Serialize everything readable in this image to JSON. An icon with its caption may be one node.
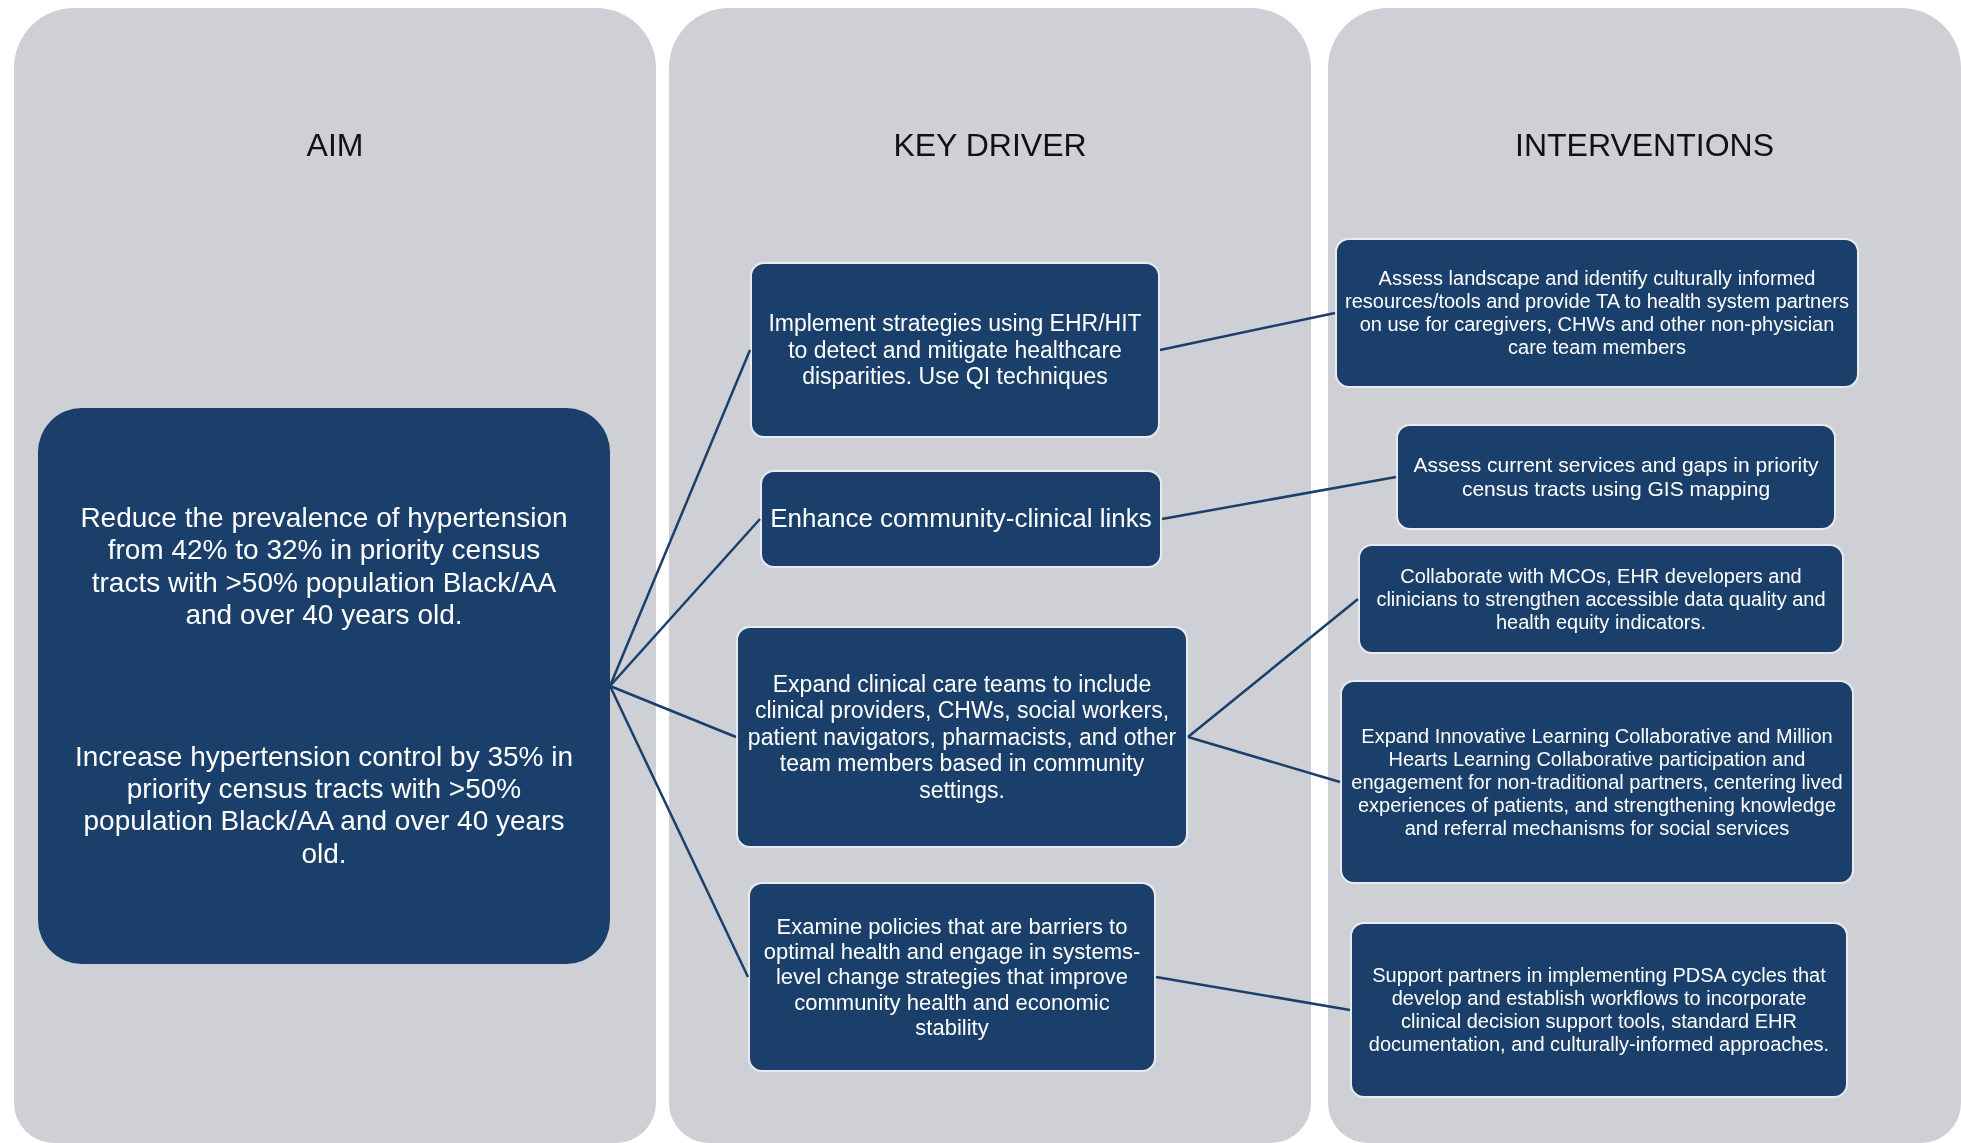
{
  "diagram": {
    "nodes": [
      {
        "text": [
          "AIM"
        ]
      },
      {
        "text": [
          "Reduce the prevalence of hypertension from 42% to 32% in priority census tracts with >50% population Black/AA and over 40 years old.",
          "Increase hypertension control by 35% in priority census tracts with >50% population Black/AA and over 40 years old."
        ],
        "in": 0
      },
      {
        "text": [
          "KEY DRIVER"
        ]
      },
      {
        "text": [
          "Implement strategies using EHR/HIT to detect and mitigate healthcare disparities.  Use QI techniques"
        ],
        "in": 2
      },
      {
        "text": [
          "Enhance community-clinical links"
        ],
        "in": 2
      },
      {
        "text": [
          "Expand clinical care teams to include clinical providers, CHWs, social workers, patient navigators, pharmacists, and other team members based in community settings."
        ],
        "in": 2
      },
      {
        "text": [
          "Examine policies that are barriers to optimal health and engage in systems-level change strategies that improve community health and economic stability"
        ],
        "in": 2
      },
      {
        "text": [
          "INTERVENTIONS"
        ]
      },
      {
        "text": [
          "Assess landscape and identify culturally informed resources/tools and provide TA to health system partners on use for caregivers, CHWs and other non-physician care team members"
        ],
        "in": 7
      },
      {
        "text": [
          "Assess current services and gaps in priority census tracts using GIS mapping"
        ],
        "in": 7
      },
      {
        "text": [
          "Collaborate with MCOs, EHR developers and clinicians to strengthen accessible data quality and health equity indicators."
        ],
        "in": 7
      },
      {
        "text": [
          "Expand Innovative Learning Collaborative and Million Hearts Learning Collaborative participation and engagement for non-traditional partners, centering lived experiences of patients, and strengthening knowledge and referral mechanisms for social services"
        ],
        "in": 7
      },
      {
        "text": [
          "Support partners in implementing PDSA cycles that develop and establish workflows to incorporate clinical decision support tools, standard EHR documentation, and culturally-informed approaches."
        ],
        "in": 7
      }
    ],
    "edges": [
      {
        "from": 1,
        "to": 3,
        "arrow": "none"
      },
      {
        "from": 1,
        "to": 4,
        "arrow": "none"
      },
      {
        "from": 1,
        "to": 5,
        "arrow": "none"
      },
      {
        "from": 1,
        "to": 6,
        "arrow": "none"
      },
      {
        "from": 3,
        "to": 8,
        "arrow": "none"
      },
      {
        "from": 4,
        "to": 9,
        "arrow": "none"
      },
      {
        "from": 5,
        "to": 10,
        "arrow": "none"
      },
      {
        "from": 5,
        "to": 11,
        "arrow": "none"
      },
      {
        "from": 6,
        "to": 12,
        "arrow": "none"
      }
    ]
  }
}
